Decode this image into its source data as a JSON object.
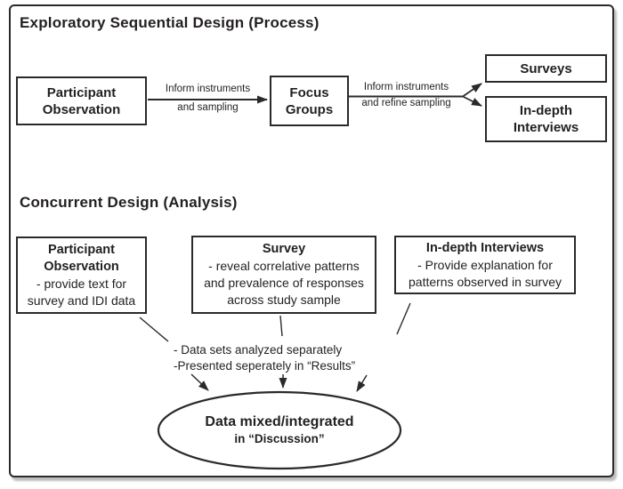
{
  "process": {
    "title": "Exploratory Sequential Design (Process)",
    "participant_observation": {
      "line1": "Participant",
      "line2": "Observation"
    },
    "arrow1_label": {
      "line1": "Inform instruments",
      "line2": "and sampling"
    },
    "focus_groups": {
      "line1": "Focus",
      "line2": "Groups"
    },
    "arrow2_label": {
      "line1": "Inform instruments",
      "line2": "and refine sampling"
    },
    "surveys": {
      "label": "Surveys"
    },
    "indepth_interviews": {
      "line1": "In-depth",
      "line2": "Interviews"
    }
  },
  "analysis": {
    "title": "Concurrent Design (Analysis)",
    "participant_observation": {
      "title_line1": "Participant",
      "title_line2": "Observation",
      "body_line1": "- provide text for",
      "body_line2": "survey and IDI data"
    },
    "survey": {
      "title": "Survey",
      "body_line1": "- reveal correlative patterns",
      "body_line2": "and prevalence of responses",
      "body_line3": "across study sample"
    },
    "indepth_interviews": {
      "title": "In-depth Interviews",
      "body_line1": "- Provide explanation for",
      "body_line2": "patterns observed in survey"
    },
    "notes": {
      "line1": "- Data sets analyzed separately",
      "line2": "-Presented seperately in “Results”"
    },
    "mixed": {
      "line1": "Data mixed/integrated",
      "line2": "in “Discussion”"
    }
  },
  "colors": {
    "ink": "#231f20",
    "shadow": "#bdbdbd",
    "background": "#ffffff"
  }
}
